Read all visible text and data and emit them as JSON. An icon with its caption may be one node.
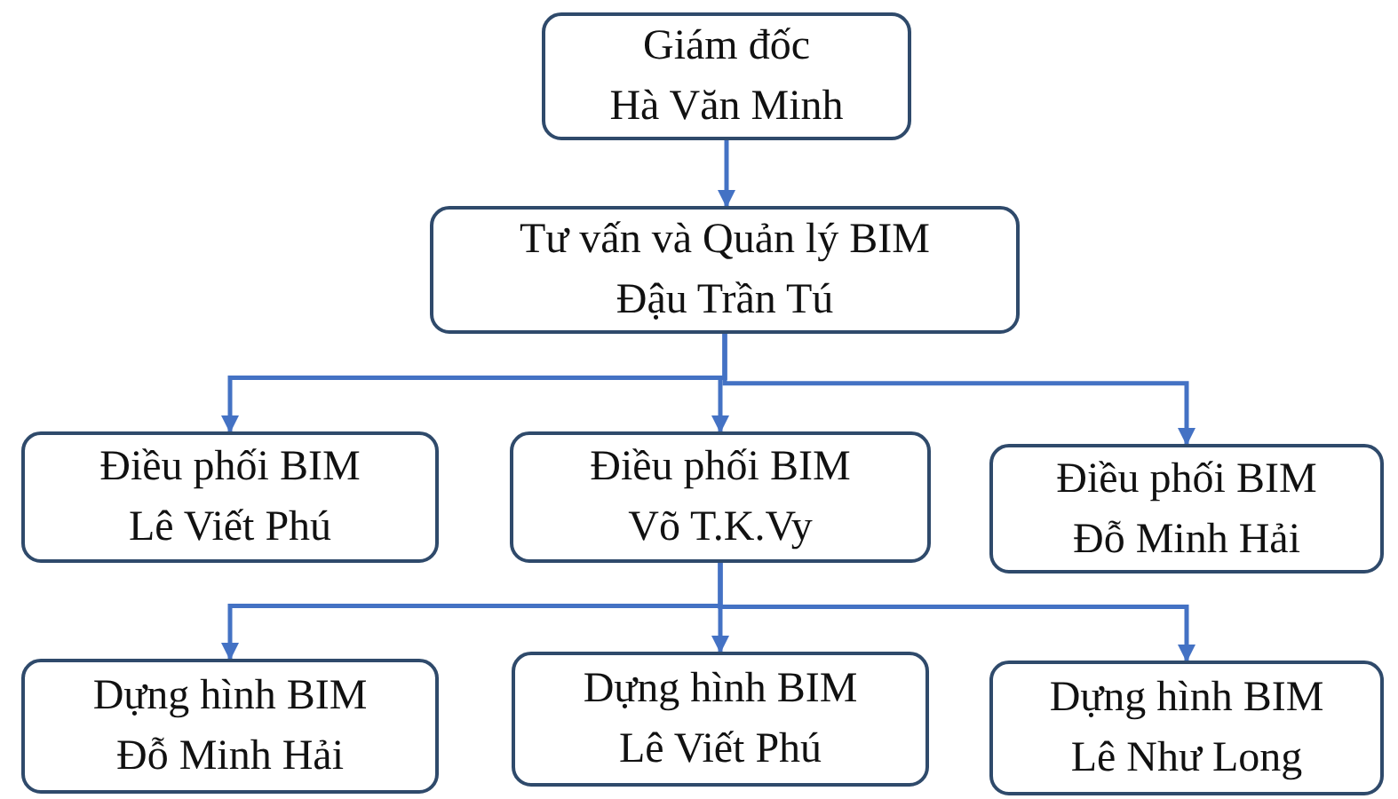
{
  "diagram": {
    "nodes": [
      {
        "text": [
          "Giám đốc",
          "Hà Văn Minh"
        ]
      },
      {
        "text": [
          "Tư vấn và Quản lý BIM",
          "Đậu Trần Tú"
        ]
      },
      {
        "text": [
          "Điều phối BIM",
          "Lê Viết Phú"
        ]
      },
      {
        "text": [
          "Điều phối BIM",
          "Võ T.K.Vy"
        ]
      },
      {
        "text": [
          "Điều phối BIM",
          "Đỗ Minh Hải"
        ]
      },
      {
        "text": [
          "Dựng hình BIM",
          "Đỗ Minh Hải"
        ]
      },
      {
        "text": [
          "Dựng hình BIM",
          "Lê Viết Phú"
        ]
      },
      {
        "text": [
          "Dựng hình BIM",
          "Lê Như Long"
        ]
      }
    ],
    "edges": [
      {
        "from": 0,
        "to": 1,
        "arrow": "to"
      },
      {
        "from": 1,
        "to": 2,
        "arrow": "to"
      },
      {
        "from": 1,
        "to": 3,
        "arrow": "to"
      },
      {
        "from": 1,
        "to": 4,
        "arrow": "to"
      },
      {
        "from": 3,
        "to": 5,
        "arrow": "to"
      },
      {
        "from": 3,
        "to": 6,
        "arrow": "to"
      },
      {
        "from": 3,
        "to": 7,
        "arrow": "to"
      }
    ]
  }
}
